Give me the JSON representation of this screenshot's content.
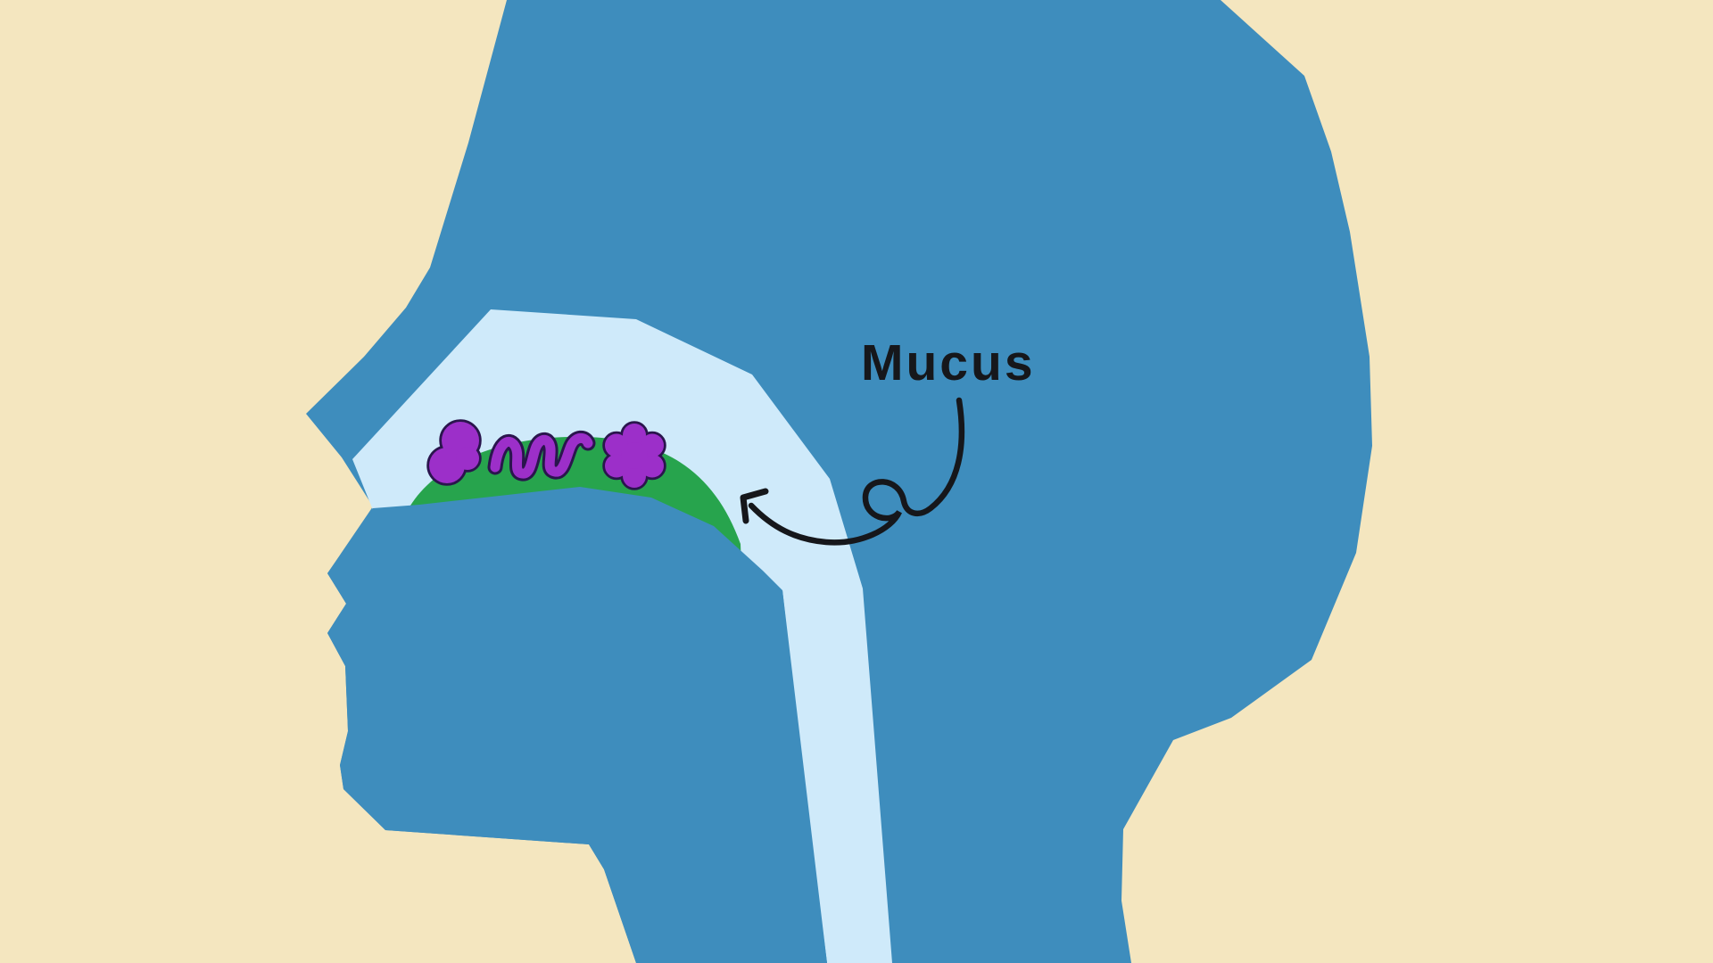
{
  "scene": {
    "description": "Cut-away illustration of a human head in profile facing left, showing the airway lined with mucus that traps inhaled particles",
    "subject": "human-head-profile"
  },
  "annotation": {
    "label": "Mucus"
  },
  "colors": {
    "background": "#f4e6bf",
    "head": "#3e8dbd",
    "airway": "#cfeafa",
    "mucus": "#27a44d",
    "pathogen": "#9c2fc9",
    "pathogen_outline": "#2a154d",
    "ink": "#16171b"
  }
}
